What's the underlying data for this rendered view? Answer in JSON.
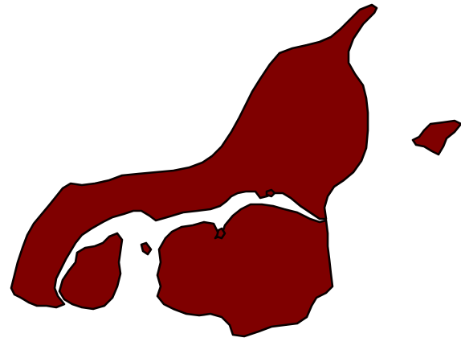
{
  "map": {
    "style": {
      "land_fill": "#7f0000",
      "coast_stroke": "#0a0000",
      "water_fill": "#ffffff"
    },
    "regions": [
      {
        "id": "northern-jutland-mainland"
      },
      {
        "id": "southern-himmerland"
      },
      {
        "id": "mors-island"
      },
      {
        "id": "laeso-island"
      },
      {
        "id": "islet-west-1"
      },
      {
        "id": "islet-west-2"
      },
      {
        "id": "islet-north"
      }
    ]
  }
}
